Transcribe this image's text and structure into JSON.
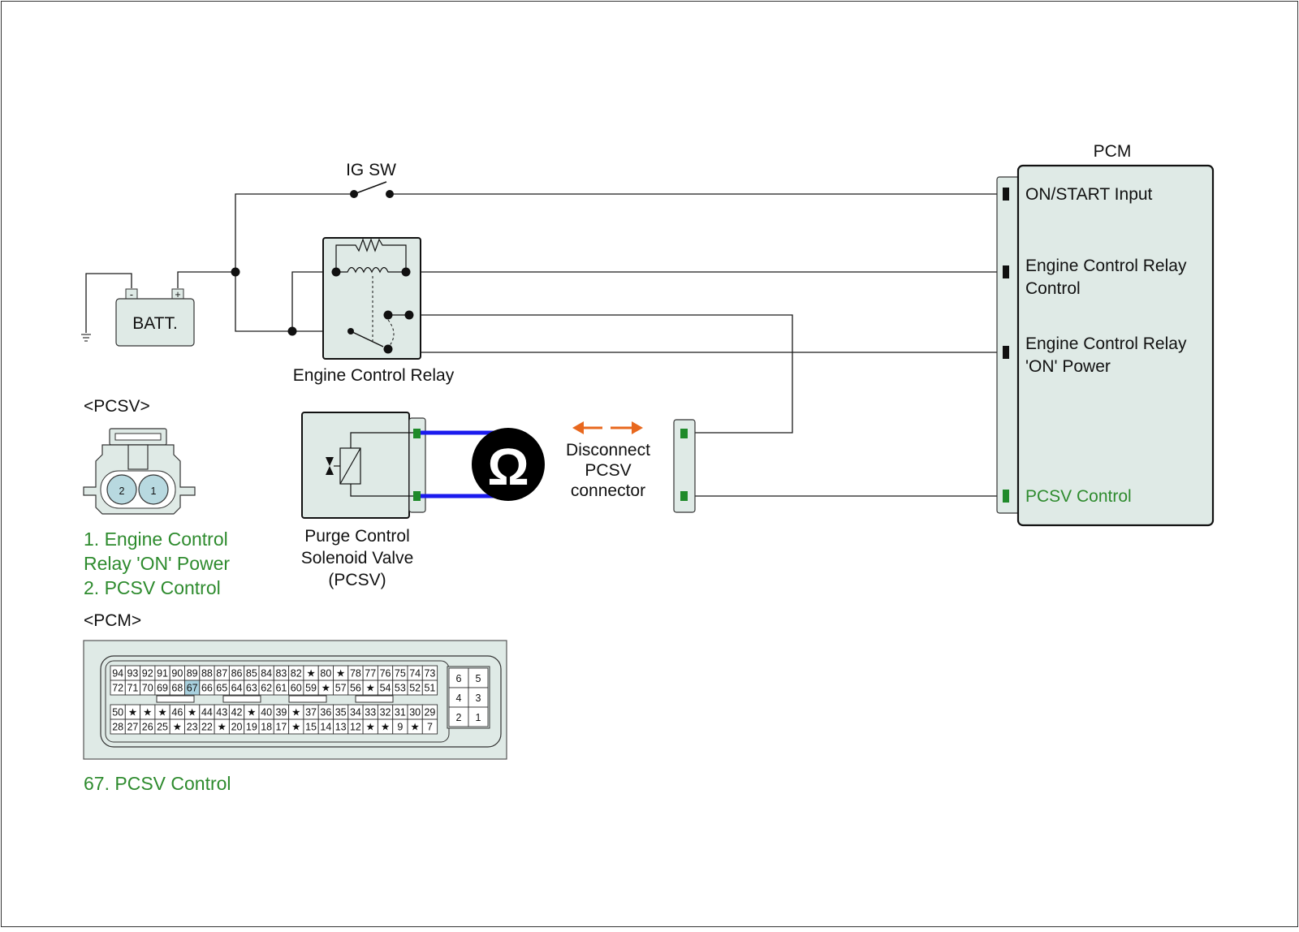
{
  "labels": {
    "ig_sw": "IG SW",
    "batt": "BATT.",
    "batt_minus": "-",
    "batt_plus": "+",
    "engine_control_relay": "Engine Control Relay",
    "pcm_title": "PCM",
    "pcm_inputs": [
      {
        "lines": [
          "ON/START Input"
        ],
        "color": "#111111"
      },
      {
        "lines": [
          "Engine Control Relay",
          "Control"
        ],
        "color": "#111111"
      },
      {
        "lines": [
          "Engine Control Relay",
          "'ON' Power"
        ],
        "color": "#111111"
      },
      {
        "lines": [
          "PCSV Control"
        ],
        "color": "#2e8b2e"
      }
    ],
    "pcsv_component": [
      "Purge Control",
      "Solenoid Valve",
      "(PCSV)"
    ],
    "disconnect": [
      "Disconnect",
      "PCSV",
      "connector"
    ],
    "ohm_symbol": "Ω",
    "pcsv_connector_header": "<PCSV>",
    "pcsv_pin_numbers": [
      "2",
      "1"
    ],
    "pcsv_pin_legend": [
      "1. Engine Control",
      "Relay 'ON' Power",
      "2. PCSV Control"
    ],
    "pcm_connector_header": "<PCM>",
    "pcm_pin_legend": "67. PCSV Control"
  },
  "pcm_connector": {
    "row1": [
      "94",
      "93",
      "92",
      "91",
      "90",
      "89",
      "88",
      "87",
      "86",
      "85",
      "84",
      "83",
      "82",
      "★",
      "80",
      "★",
      "78",
      "77",
      "76",
      "75",
      "74",
      "73"
    ],
    "row2": [
      "72",
      "71",
      "70",
      "69",
      "68",
      "67",
      "66",
      "65",
      "64",
      "63",
      "62",
      "61",
      "60",
      "59",
      "★",
      "57",
      "56",
      "★",
      "54",
      "53",
      "52",
      "51"
    ],
    "row3": [
      "50",
      "★",
      "★",
      "★",
      "46",
      "★",
      "44",
      "43",
      "42",
      "★",
      "40",
      "39",
      "★",
      "37",
      "36",
      "35",
      "34",
      "33",
      "32",
      "31",
      "30",
      "29"
    ],
    "row4": [
      "28",
      "27",
      "26",
      "25",
      "★",
      "23",
      "22",
      "★",
      "20",
      "19",
      "18",
      "17",
      "★",
      "15",
      "14",
      "13",
      "12",
      "★",
      "★",
      "9",
      "★",
      "7"
    ],
    "small_block": [
      [
        "6",
        "5"
      ],
      [
        "4",
        "3"
      ],
      [
        "2",
        "1"
      ]
    ],
    "highlighted_pin": "67"
  },
  "colors": {
    "green_text": "#2e8b2e",
    "green_terminal": "#1f8a2a",
    "probe_blue": "#1a1aee",
    "arrow_orange": "#e8681e",
    "component_fill": "#dfeae6",
    "pin_highlight": "#a9d1df",
    "pcsv_pin_fill": "#b8d9e0"
  }
}
